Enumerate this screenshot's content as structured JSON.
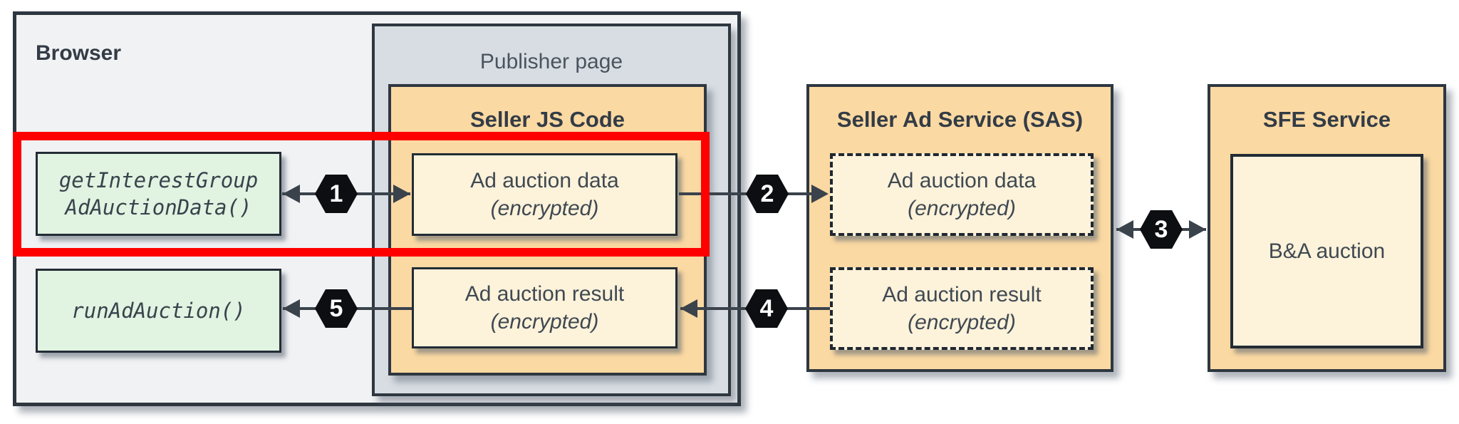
{
  "containers": {
    "browser": {
      "label": "Browser"
    },
    "publisher": {
      "label": "Publisher page"
    },
    "seller_js": {
      "label": "Seller JS Code"
    },
    "sas": {
      "label": "Seller Ad Service (SAS)"
    },
    "sfe": {
      "label": "SFE Service"
    }
  },
  "nodes": {
    "get_interest_group": {
      "code_line1": "getInterestGroup",
      "code_line2": "AdAuctionData()"
    },
    "run_ad_auction": {
      "code": "runAdAuction()"
    },
    "seller_js_data": {
      "label": "Ad auction data",
      "note": "(encrypted)"
    },
    "seller_js_result": {
      "label": "Ad auction result",
      "note": "(encrypted)"
    },
    "sas_data": {
      "label": "Ad auction data",
      "note": "(encrypted)"
    },
    "sas_result": {
      "label": "Ad auction result",
      "note": "(encrypted)"
    },
    "ba_auction": {
      "label": "B&A auction"
    }
  },
  "steps": {
    "step1": "1",
    "step2": "2",
    "step3": "3",
    "step4": "4",
    "step5": "5"
  },
  "colors": {
    "highlight_red": "#fe0000",
    "container_orange": "#fbd9a2",
    "node_cream": "#fdf2da",
    "node_green": "#e1f3e1",
    "publisher_gray": "#d8dde3",
    "browser_gray": "#f1f2f4",
    "border_dark": "#2e3740",
    "arrow": "#3a424b",
    "hexagon_black": "#0c0e12"
  }
}
